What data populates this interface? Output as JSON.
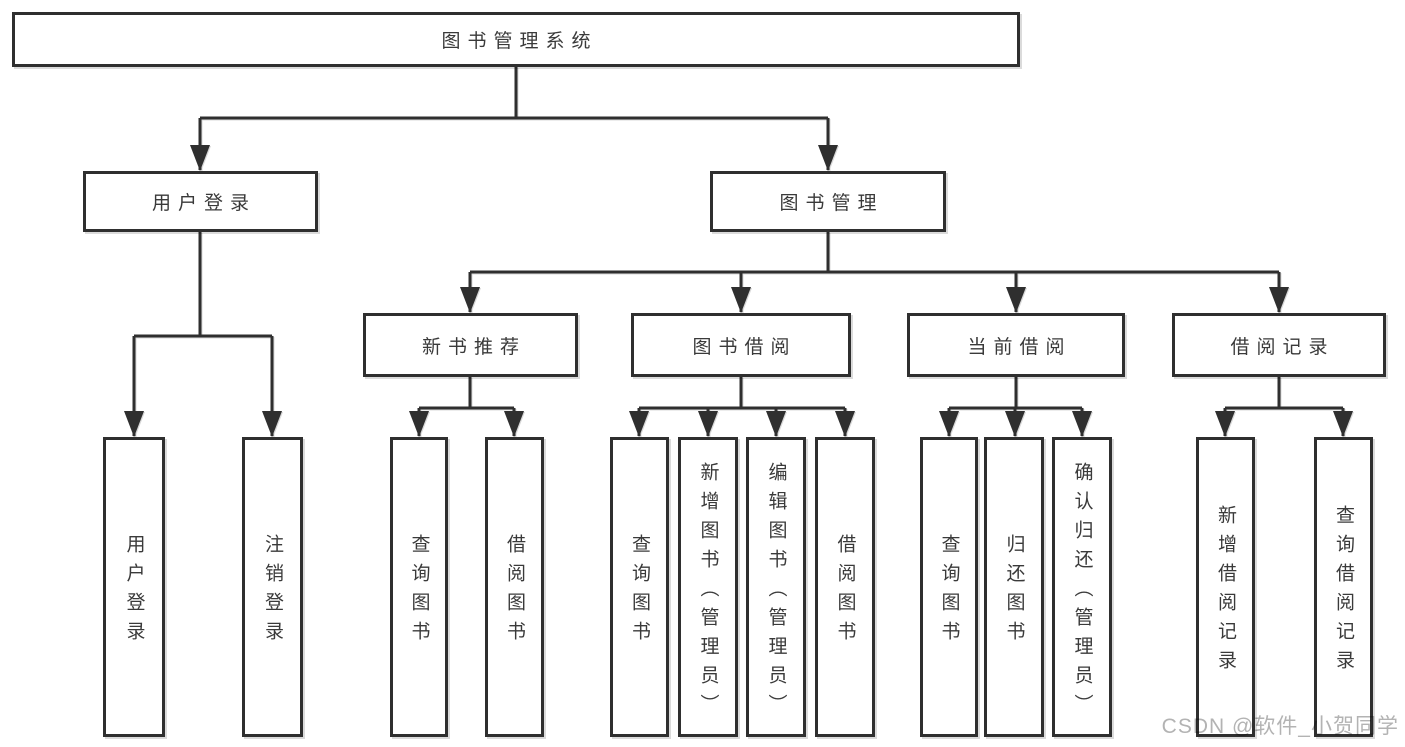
{
  "diagram_title": "图书管理系统",
  "watermark": "CSDN @软件_小贺同学",
  "nodes": {
    "root": "图书管理系统",
    "userLogin": "用户登录",
    "bookManagement": "图书管理",
    "newBookRecommend": "新书推荐",
    "bookBorrow": "图书借阅",
    "currentBorrow": "当前借阅",
    "borrowRecords": "借阅记录",
    "leafUserLogin": "用户登录",
    "leafLogout": "注销登录",
    "leafNbQueryBooks": "查询图书",
    "leafNbBorrowBooks": "借阅图书",
    "leafBbQueryBooks": "查询图书",
    "leafBbAddBooks": "新增图书（管理员）",
    "leafBbEditBooks": "编辑图书（管理员）",
    "leafBbBorrowBooks": "借阅图书",
    "leafCbQueryBooks": "查询图书",
    "leafCbReturnBooks": "归还图书",
    "leafCbConfirmReturn": "确认归还（管理员）",
    "leafBrAddRecord": "新增借阅记录",
    "leafBrQueryRecord": "查询借阅记录"
  }
}
